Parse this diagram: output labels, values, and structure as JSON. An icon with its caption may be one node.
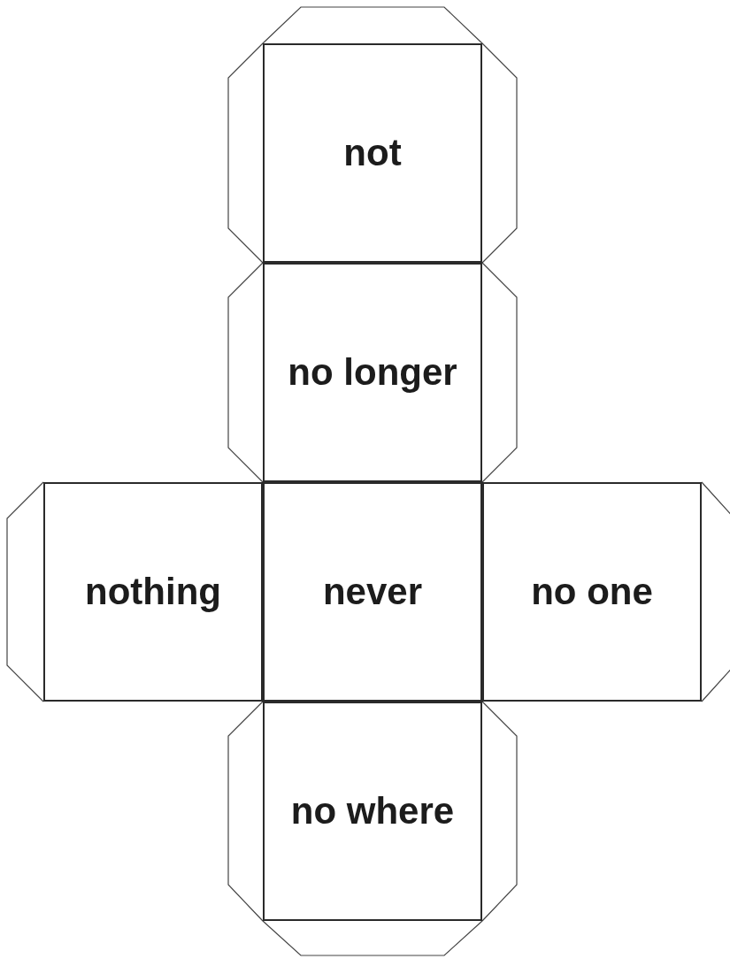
{
  "diagram": {
    "nodes": [
      {
        "text": [
          "not"
        ]
      },
      {
        "text": [
          "no longer"
        ]
      },
      {
        "text": [
          "nothing"
        ]
      },
      {
        "text": [
          "never"
        ]
      },
      {
        "text": [
          "no one"
        ]
      },
      {
        "text": [
          "no where"
        ]
      }
    ]
  }
}
